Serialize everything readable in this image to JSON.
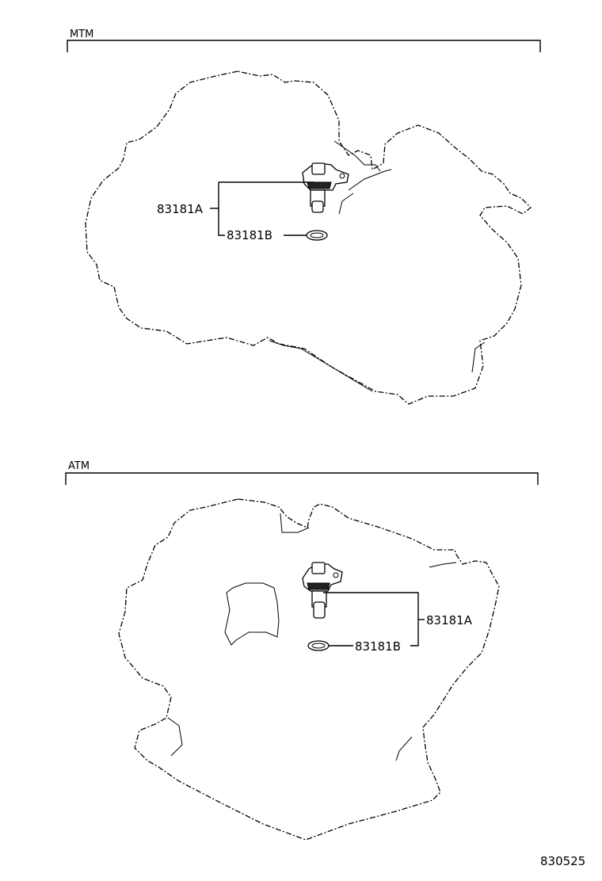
{
  "sections": [
    {
      "title": "MTM",
      "callouts": [
        {
          "label": "83181A"
        },
        {
          "label": "83181B"
        }
      ]
    },
    {
      "title": "ATM",
      "callouts": [
        {
          "label": "83181A"
        },
        {
          "label": "83181B"
        }
      ]
    }
  ],
  "reference_code": "830525"
}
